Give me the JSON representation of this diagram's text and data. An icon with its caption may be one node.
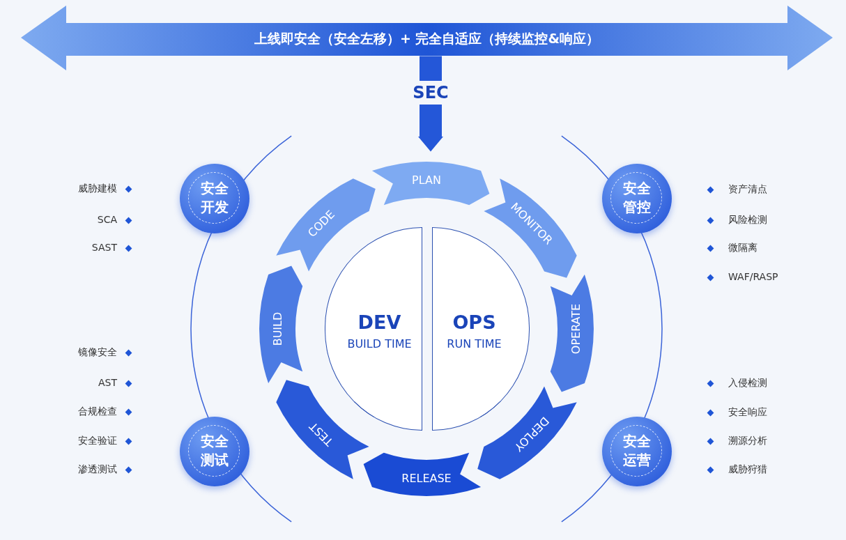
{
  "diagram": {
    "nodes": [
      {
        "text": [
          "上线即安全（安全左移）+ 完全自适应（持续监控&响应）"
        ]
      },
      {
        "text": [
          "安全开发"
        ]
      },
      {
        "text": [
          "安全管控"
        ]
      },
      {
        "text": [
          "PLAN"
        ]
      },
      {
        "text": [
          "CODE"
        ]
      },
      {
        "text": [
          "MONITOR"
        ]
      },
      {
        "text": [
          "BUILD"
        ]
      },
      {
        "text": [
          "DEV",
          "BUILD TIME"
        ]
      },
      {
        "text": [
          "OPS",
          "RUN TIME"
        ]
      },
      {
        "text": [
          "OPERATE"
        ]
      },
      {
        "text": [
          "TEST"
        ]
      },
      {
        "text": [
          "DEPLOY"
        ]
      },
      {
        "text": [
          "RELEASE"
        ]
      },
      {
        "text": [
          "安全测试"
        ]
      },
      {
        "text": [
          "安全运营"
        ]
      }
    ],
    "edges": [
      {
        "from": 0,
        "to": 3,
        "arrow": "to",
        "label": "SEC"
      }
    ],
    "labels": [
      "威胁建模",
      "SCA",
      "SAST",
      "资产清点",
      "风险检测",
      "微隔离",
      "WAF/RASP",
      "镜像安全",
      "AST",
      "合规检查",
      "安全验证",
      "渗透测试",
      "入侵检测",
      "安全响应",
      "溯源分析",
      "威胁狩猎"
    ]
  }
}
